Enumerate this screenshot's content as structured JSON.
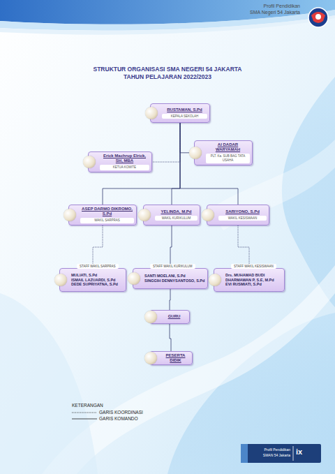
{
  "diagram": {
    "title": "STRUKTUR ORGANISASI SMA NEGERI 54 JAKARTA TAHUN PELAJARAN 2022/2023",
    "nodes": [
      {
        "text": [
          "RUSTAMAN, S.Pd",
          "KEPALA SEKOLAH"
        ]
      },
      {
        "text": [
          "AI DADAR WARYAMAH",
          "PLT. Ka. SUB BAG TATA USAHA"
        ]
      },
      {
        "text": [
          "Erick Machrup Elrick, SH, MBA",
          "KETUA KOMITE"
        ]
      },
      {
        "text": [
          "ASEP DARMO DIKROMO, S.Pd",
          "WAKIL SARPRAS"
        ]
      },
      {
        "text": [
          "YELINDA, M.Pd",
          "WAKIL KURIKULUM"
        ]
      },
      {
        "text": [
          "SARIYONO, S.Pd",
          "WAKIL KESISWAAN"
        ]
      },
      {
        "text": [
          "STAFF WAKIL SARPRAS",
          "MULIATI, S.Pd",
          "ISMAIL LAZUARDI, S.Pd",
          "DEDE SUPRIYATNA, S.Pd"
        ]
      },
      {
        "text": [
          "STAFF WAKIL KURIKULUM",
          "SANTI MOELANI, S.Pd",
          "SINGGIH DENNYSANTOSO, S.Pd"
        ]
      },
      {
        "text": [
          "STAFF WAKIL KESISWAAN",
          "Drs. MUHAMAD BUDI DHARMAWAN P, S.E, M.Pd",
          "EVI RUSMIATI, S.Pd"
        ]
      },
      {
        "text": [
          "GURU"
        ]
      },
      {
        "text": [
          "PESERTA DIDIK"
        ]
      }
    ],
    "edges": [
      {
        "from": 0,
        "to": 1,
        "arrow": "none"
      },
      {
        "from": 0,
        "to": 2,
        "arrow": "none"
      },
      {
        "from": 0,
        "to": 3,
        "arrow": "none"
      },
      {
        "from": 0,
        "to": 4,
        "arrow": "none"
      },
      {
        "from": 0,
        "to": 5,
        "arrow": "none"
      },
      {
        "from": 3,
        "to": 6,
        "arrow": "none"
      },
      {
        "from": 4,
        "to": 7,
        "arrow": "none"
      },
      {
        "from": 5,
        "to": 8,
        "arrow": "none"
      },
      {
        "from": 7,
        "to": 9,
        "arrow": "none"
      },
      {
        "from": 9,
        "to": 10,
        "arrow": "none"
      }
    ],
    "labels": [
      "Profil Pendidikan",
      "SMA Negeri 54 Jakarta",
      "KETERANGAN",
      "Profil Pendidikan",
      "SMAN 54 Jakarta",
      "ix"
    ],
    "legend": [
      {
        "text": "GARIS KOORDINASI"
      },
      {
        "text": "GARIS KOMANDO"
      }
    ]
  }
}
